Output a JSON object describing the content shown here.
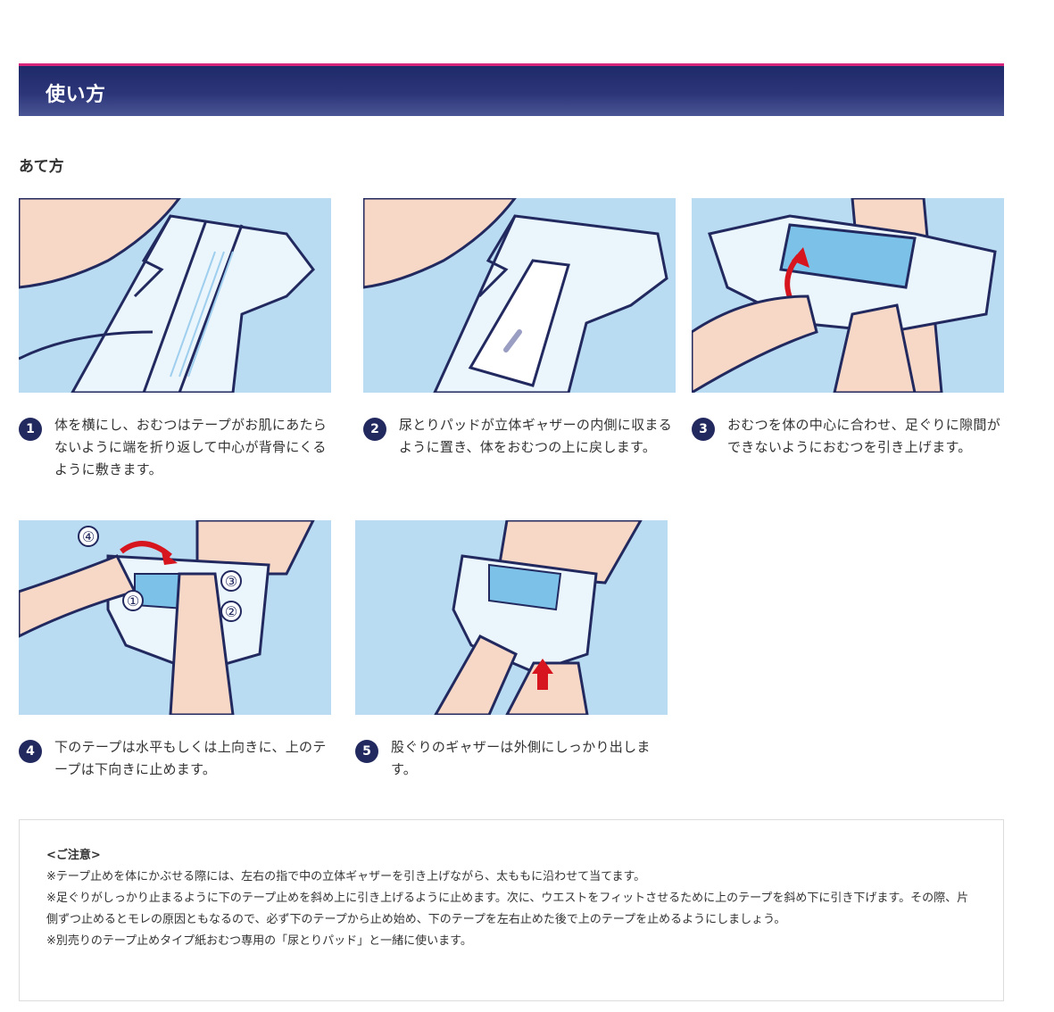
{
  "header": {
    "title": "使い方"
  },
  "section": {
    "subtitle": "あて方"
  },
  "steps": [
    {
      "number": "1",
      "text": "体を横にし、おむつはテープがお肌にあたらないように端を折り返して中心が背骨にくるように敷きます。"
    },
    {
      "number": "2",
      "text": "尿とりパッドが立体ギャザーの内側に収まるように置き、体をおむつの上に戻します。"
    },
    {
      "number": "3",
      "text": "おむつを体の中心に合わせ、足ぐりに隙間ができないようにおむつを引き上げます。"
    },
    {
      "number": "4",
      "text": "下のテープは水平もしくは上向きに、上のテープは下向きに止めます。"
    },
    {
      "number": "5",
      "text": "股ぐりのギャザーは外側にしっかり出します。"
    }
  ],
  "illustration4_labels": [
    "①",
    "②",
    "③",
    "④"
  ],
  "note": {
    "title": "<ご注意>",
    "lines": [
      "※テープ止めを体にかぶせる際には、左右の指で中の立体ギャザーを引き上げながら、太ももに沿わせて当てます。",
      "※足ぐりがしっかり止まるように下のテープ止めを斜め上に引き上げるように止めます。次に、ウエストをフィットさせるために上のテープを斜め下に引き下げます。その際、片側ずつ止めるとモレの原因ともなるので、必ず下のテープから止め始め、下のテープを左右止めた後で上のテープを止めるようにしましょう。",
      "※別売りのテープ止めタイプ紙おむつ専用の「尿とりパッド」と一緒に使います。"
    ]
  },
  "colors": {
    "header_bg": "#2b3578",
    "header_accent": "#d6257a",
    "badge": "#22295f",
    "illustration_bg": "#b9dcf2",
    "skin": "#f7d8c6",
    "arrow": "#d7151f"
  }
}
